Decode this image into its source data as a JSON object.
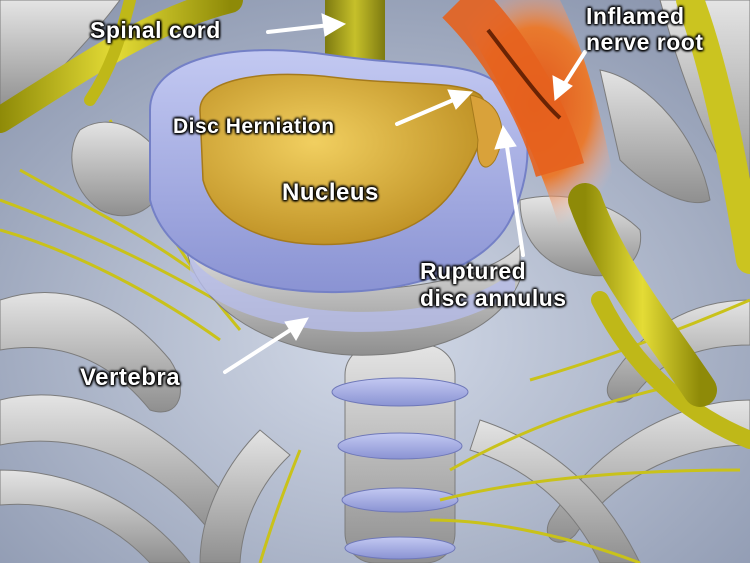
{
  "labels": {
    "spinal_cord": "Spinal cord",
    "inflamed_nerve_root": "Inflamed\nnerve root",
    "disc_herniation": "Disc Herniation",
    "nucleus": "Nucleus",
    "ruptured_disc_annulus": "Ruptured\ndisc annulus",
    "vertebra": "Vertebra"
  },
  "colors": {
    "background": "#b9c3d6",
    "bone": "#c9c9c9",
    "disc_annulus": "#aab2e8",
    "nucleus": "#d6a838",
    "nerve": "#c9c21a",
    "inflammation": "#d8531c",
    "label_text": "#ffffff"
  }
}
